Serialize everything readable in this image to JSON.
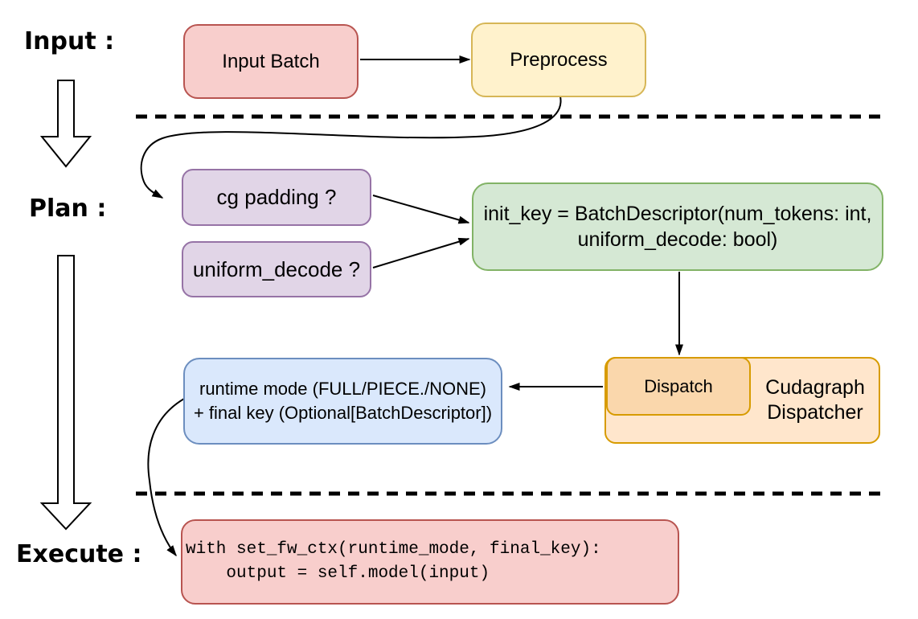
{
  "sections": {
    "input_label": "Input :",
    "plan_label": "Plan :",
    "execute_label": "Execute :"
  },
  "nodes": {
    "input_batch": {
      "label": "Input Batch"
    },
    "preprocess": {
      "label": "Preprocess"
    },
    "cg_padding": {
      "label": "cg padding ?"
    },
    "uniform_decode": {
      "label": "uniform_decode ?"
    },
    "init_key": {
      "lines": [
        "init_key = BatchDescriptor(num_tokens: int,",
        "uniform_decode: bool)"
      ]
    },
    "dispatch": {
      "label": "Dispatch"
    },
    "cudagraph_dispatcher": {
      "lines": [
        "Cudagraph",
        "Dispatcher"
      ]
    },
    "runtime_mode": {
      "lines": [
        "runtime mode (FULL/PIECE./NONE)",
        "+ final key (Optional[BatchDescriptor])"
      ]
    },
    "execute_code": {
      "lines": [
        "with set_fw_ctx(runtime_mode, final_key):",
        "    output = self.model(input)"
      ]
    }
  },
  "colors": {
    "pink_fill": "#f8cecc",
    "pink_stroke": "#b85450",
    "yellow_fill": "#fff2cc",
    "yellow_stroke": "#d6b656",
    "purple_fill": "#e1d5e7",
    "purple_stroke": "#9673a6",
    "green_fill": "#d5e8d4",
    "green_stroke": "#82b366",
    "blue_fill": "#dae8fc",
    "blue_stroke": "#6c8ebf",
    "orange_fill": "#ffe6cc",
    "orange_stroke": "#d79b00",
    "peach_fill": "#fad7ac",
    "connector": "#000000",
    "background": "#ffffff"
  }
}
